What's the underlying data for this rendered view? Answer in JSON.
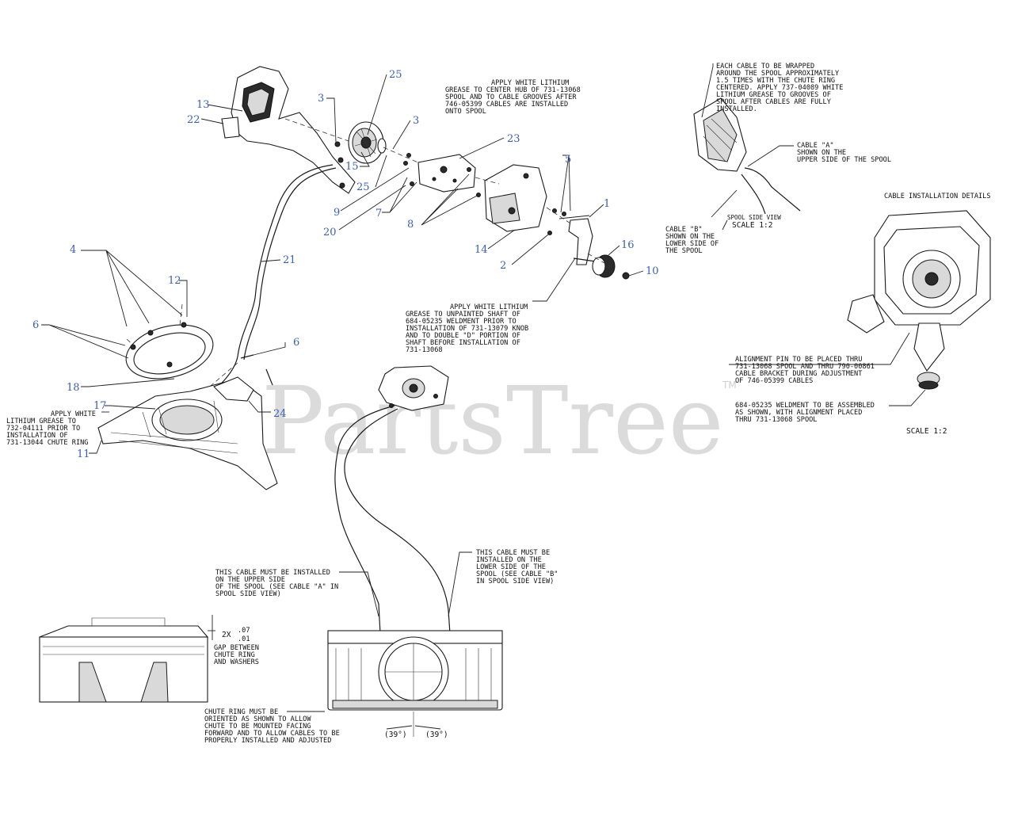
{
  "watermark": {
    "text": "PartsTree",
    "tm": "TM"
  },
  "callouts": [
    {
      "id": "25",
      "label": "25"
    },
    {
      "id": "3",
      "label": "3"
    },
    {
      "id": "13",
      "label": "13"
    },
    {
      "id": "22",
      "label": "22"
    },
    {
      "id": "15",
      "label": "15"
    },
    {
      "id": "3b",
      "label": "3"
    },
    {
      "id": "25b",
      "label": "25"
    },
    {
      "id": "23",
      "label": "23"
    },
    {
      "id": "5",
      "label": "5"
    },
    {
      "id": "9",
      "label": "9"
    },
    {
      "id": "7",
      "label": "7"
    },
    {
      "id": "8",
      "label": "8"
    },
    {
      "id": "1",
      "label": "1"
    },
    {
      "id": "20",
      "label": "20"
    },
    {
      "id": "14",
      "label": "14"
    },
    {
      "id": "16",
      "label": "16"
    },
    {
      "id": "2",
      "label": "2"
    },
    {
      "id": "10",
      "label": "10"
    },
    {
      "id": "21",
      "label": "21"
    },
    {
      "id": "4",
      "label": "4"
    },
    {
      "id": "12",
      "label": "12"
    },
    {
      "id": "6",
      "label": "6"
    },
    {
      "id": "6b",
      "label": "6"
    },
    {
      "id": "18",
      "label": "18"
    },
    {
      "id": "17",
      "label": "17"
    },
    {
      "id": "24",
      "label": "24"
    },
    {
      "id": "11",
      "label": "11"
    }
  ],
  "notes": {
    "center_hub": [
      "APPLY WHITE LITHIUM",
      "GREASE TO CENTER HUB OF 731-13068",
      "SPOOL AND TO CABLE GROOVES AFTER",
      "746-05399 CABLES ARE INSTALLED",
      "ONTO SPOOL"
    ],
    "spool_wrap": [
      "EACH CABLE TO BE WRAPPED",
      "AROUND THE SPOOL APPROXIMATELY",
      "1.5 TIMES WITH THE CHUTE RING",
      "CENTERED. APPLY 737-04089 WHITE",
      "LITHIUM GREASE TO GROOVES OF",
      "SPOOL AFTER CABLES ARE FULLY",
      "INSTALLED."
    ],
    "cable_a": [
      "CABLE \"A\"",
      "SHOWN ON THE",
      "UPPER SIDE OF THE SPOOL"
    ],
    "cable_install_details": "CABLE INSTALLATION DETAILS",
    "spool_side_view": "SPOOL SIDE VIEW",
    "scale_1": "SCALE 1:2",
    "cable_b": [
      "CABLE \"B\"",
      "SHOWN ON THE",
      "LOWER SIDE OF",
      "THE SPOOL"
    ],
    "weldment_grease": [
      "APPLY WHITE LITHIUM",
      "GREASE TO UNPAINTED SHAFT OF",
      "684-05235 WELDMENT PRIOR TO",
      "INSTALLATION OF 731-13079 KNOB",
      "AND TO DOUBLE \"D\" PORTION OF",
      "SHAFT BEFORE INSTALLATION OF",
      "731-13068"
    ],
    "alignment_pin": [
      "ALIGNMENT PIN TO BE PLACED THRU",
      "731-13068 SPOOL AND THRU 790-00861",
      "CABLE BRACKET DURING ADJUSTMENT",
      "OF 746-05399 CABLES"
    ],
    "weldment_assembled": [
      "684-05235 WELDMENT TO BE ASSEMBLED",
      "AS SHOWN, WITH ALIGNMENT PLACED",
      "THRU 731-13068 SPOOL"
    ],
    "scale_2": "SCALE 1:2",
    "chute_ring_grease": [
      "APPLY WHITE",
      "LITHIUM GREASE TO",
      "732-04111 PRIOR TO",
      "INSTALLATION OF",
      "731-13044 CHUTE RING"
    ],
    "upper_cable": [
      "THIS CABLE MUST BE INSTALLED",
      "ON THE UPPER SIDE",
      "OF THE SPOOL (SEE CABLE \"A\" IN",
      "SPOOL SIDE VIEW)"
    ],
    "lower_cable": [
      "THIS CABLE MUST BE",
      "INSTALLED ON THE",
      "LOWER SIDE OF THE",
      "SPOOL (SEE CABLE \"B\"",
      "IN SPOOL SIDE VIEW)"
    ],
    "gap_dim": {
      "prefix": "2X",
      "upper": ".07",
      "lower": ".01"
    },
    "gap": [
      "GAP BETWEEN",
      "CHUTE RING",
      "AND WASHERS"
    ],
    "chute_orient": [
      "CHUTE RING MUST BE",
      "ORIENTED AS SHOWN TO ALLOW",
      "CHUTE TO BE MOUNTED FACING",
      "FORWARD AND TO ALLOW CABLES TO BE",
      "PROPERLY INSTALLED AND ADJUSTED"
    ],
    "angle_left": "(39°)",
    "angle_right": "(39°)"
  }
}
